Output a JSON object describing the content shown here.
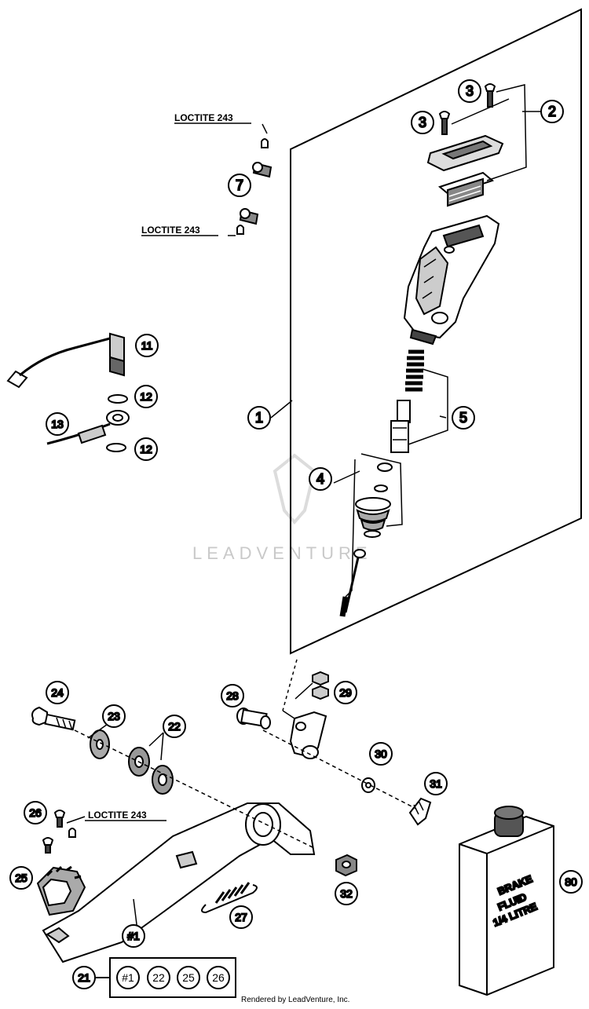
{
  "callouts": {
    "c1": "1",
    "c2": "2",
    "c3a": "3",
    "c3b": "3",
    "c4": "4",
    "c5": "5",
    "c7": "7",
    "c11": "11",
    "c12a": "12",
    "c12b": "12",
    "c13": "13",
    "c21": "21",
    "c22": "22",
    "c23": "23",
    "c24": "24",
    "c25": "25",
    "c26": "26",
    "c27": "27",
    "c28": "28",
    "c29": "29",
    "c30": "30",
    "c31": "31",
    "c32": "32",
    "c80": "80",
    "c_h1": "#1"
  },
  "kit_box": {
    "items": [
      "#1",
      "22",
      "25",
      "26"
    ]
  },
  "loctite": {
    "top": "LOCTITE 243",
    "mid": "LOCTITE 243",
    "bottom": "LOCTITE 243"
  },
  "brake_fluid": {
    "line1": "BRAKE",
    "line2": "FLUID",
    "line3": "1/4 LITRE"
  },
  "watermark": "LEADVENTURE",
  "footer": "Rendered by LeadVenture, Inc."
}
